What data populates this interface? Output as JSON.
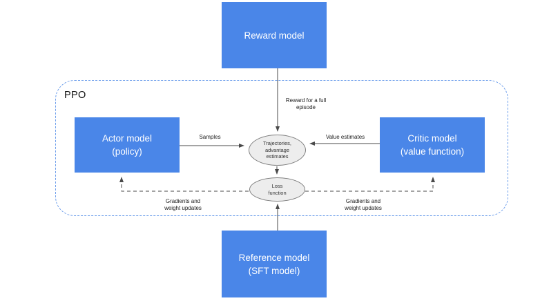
{
  "diagram": {
    "container_label": "PPO",
    "colors": {
      "box_blue": "#4a86e8",
      "box_text": "#ffffff",
      "container_dash": "#6d9eeb",
      "ellipse_fill": "#ededed",
      "ellipse_border": "#7f7f7f",
      "line": "#4a4a4a",
      "label_text": "#1a1a1a"
    },
    "nodes": {
      "reward": {
        "label": "Reward model"
      },
      "actor": {
        "label": "Actor model",
        "sublabel": "(policy)"
      },
      "critic": {
        "label": "Critic model",
        "sublabel": "(value function)"
      },
      "reference": {
        "label": "Reference model",
        "sublabel": "(SFT model)"
      },
      "trajectories": {
        "line1": "Trajectories,",
        "line2": "advantage",
        "line3": "estimates"
      },
      "loss": {
        "line1": "Loss",
        "line2": "function"
      }
    },
    "edge_labels": {
      "reward_full_episode": {
        "line1": "Reward for a full",
        "line2": "episode"
      },
      "samples": "Samples",
      "value_estimates": "Value estimates",
      "gradients_left": {
        "line1": "Gradients and",
        "line2": "weight updates"
      },
      "gradients_right": {
        "line1": "Gradients and",
        "line2": "weight updates"
      }
    }
  }
}
